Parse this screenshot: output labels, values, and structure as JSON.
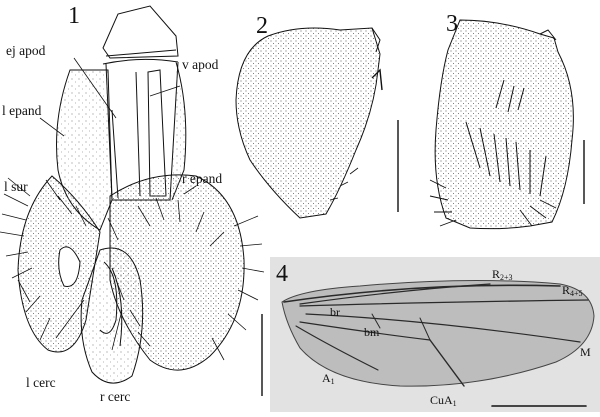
{
  "panels": {
    "p1": "1",
    "p2": "2",
    "p3": "3",
    "p4": "4"
  },
  "fig1_labels": {
    "ej_apod": "ej apod",
    "v_apod": "v apod",
    "l_epand": "l epand",
    "r_epand": "r epand",
    "l_sur": "l sur",
    "l_cerc": "l cerc",
    "r_cerc": "r cerc"
  },
  "wing_labels": {
    "r23_main": "R",
    "r23_sub": "2+3",
    "r45_main": "R",
    "r45_sub": "4+5",
    "br": "br",
    "bm": "bm",
    "m": "M",
    "a1_main": "A",
    "a1_sub": "1",
    "cua1_main": "CuA",
    "cua1_sub": "1"
  },
  "colors": {
    "ink": "#111111",
    "wing_bg": "#e2e2e2",
    "wing_membrane": "#bdbdbd",
    "wing_vein": "#2a2a2a"
  }
}
